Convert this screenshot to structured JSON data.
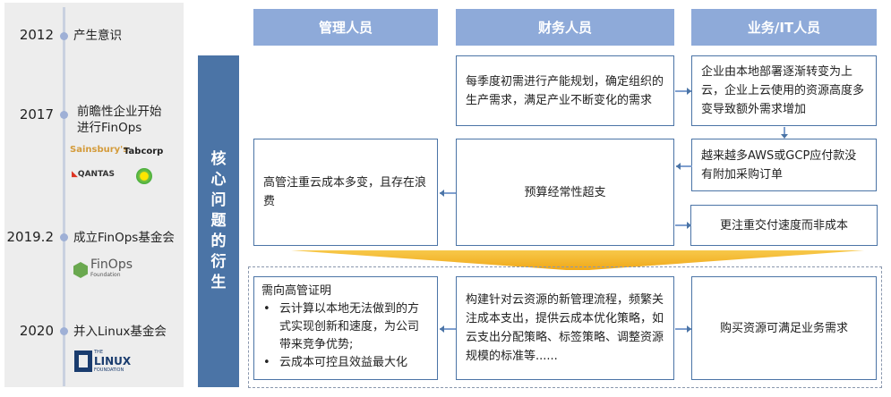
{
  "timeline": [
    {
      "year": "2012",
      "event": "产生意识"
    },
    {
      "year": "2017",
      "event": "前瞻性企业开始进行FinOps",
      "logos": [
        "Sainsbury's",
        "Tabcorp",
        "QANTAS",
        "bp"
      ]
    },
    {
      "year": "2019.2",
      "event": "成立FinOps基金会",
      "logos": [
        "FinOps",
        "Foundation"
      ]
    },
    {
      "year": "2020",
      "event": "并入Linux基金会",
      "logos": [
        "THE",
        "LINUX",
        "FOUNDATION"
      ]
    }
  ],
  "core_label": "核心问题的衍生",
  "headers": [
    "管理人员",
    "财务人员",
    "业务/IT人员"
  ],
  "problems": {
    "finance_top": "每季度初需进行产能规划，确定组织的生产需求，满足产业不断变化的需求",
    "it_top": "企业由本地部署逐渐转变为上云，企业上云使用的资源高度多变导致额外需求增加",
    "it_mid": "越来越多AWS或GCP应付款没有附加采购订单",
    "it_bottom": "更注重交付速度而非成本",
    "finance_mid": "预算经常性超支",
    "mgmt_mid": "高管注重云成本多变，且存在浪费"
  },
  "solutions": {
    "mgmt_title": "需向高管证明",
    "mgmt_bullets": [
      "云计算以本地无法做到的方式实现创新和速度，为公司带来竞争优势;",
      "云成本可控且效益最大化"
    ],
    "finance": "构建针对云资源的新管理流程，频繁关注成本支出，提供云成本优化策略，如云支出分配策略、标签策略、调整资源规模的标准等......",
    "it": "购买资源可满足业务需求"
  },
  "colors": {
    "header": "#8eaad9",
    "core": "#4b74a6",
    "arrow": "#f5b324",
    "timeline_bg": "#ededed"
  }
}
